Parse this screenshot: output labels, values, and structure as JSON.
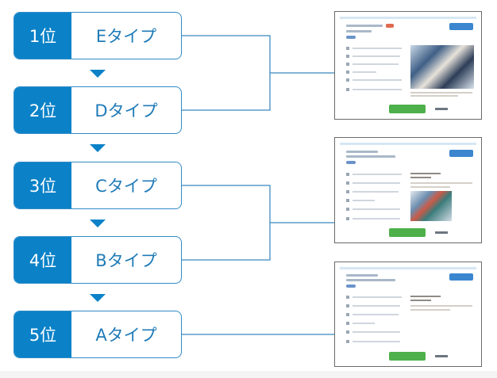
{
  "ranking": [
    {
      "rank": "1位",
      "type": "Eタイプ"
    },
    {
      "rank": "2位",
      "type": "Dタイプ"
    },
    {
      "rank": "3位",
      "type": "Cタイプ"
    },
    {
      "rank": "4位",
      "type": "Bタイプ"
    },
    {
      "rank": "5位",
      "type": "Aタイプ"
    }
  ],
  "thumbnails": [
    {
      "name": "layout-with-large-photo",
      "linked_ranks": [
        "1位",
        "2位"
      ]
    },
    {
      "name": "layout-with-small-photo",
      "linked_ranks": [
        "3位",
        "4位"
      ]
    },
    {
      "name": "layout-text-only",
      "linked_ranks": [
        "5位"
      ]
    }
  ],
  "colors": {
    "accent": "#0b82c8",
    "text": "#1f7bb8",
    "connector": "#5a9bc9",
    "thumbnail_border": "#6b6b6b",
    "cta_green": "#4db04a"
  }
}
